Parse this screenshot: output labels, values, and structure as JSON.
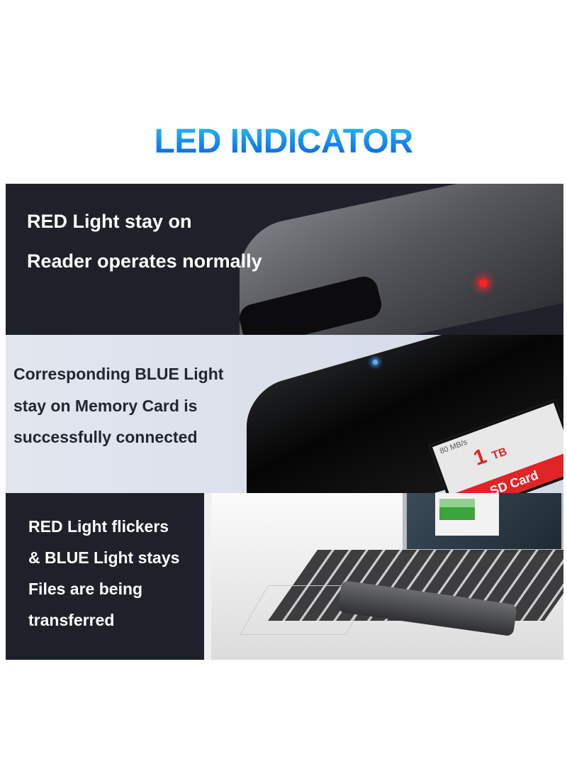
{
  "title": "LED INDICATOR",
  "panels": [
    {
      "lines": [
        "RED Light stay on",
        "Reader operates normally"
      ],
      "led": "red"
    },
    {
      "lines": [
        "Corresponding BLUE Light",
        "stay on Memory Card is",
        "successfully connected"
      ],
      "led": "blue"
    },
    {
      "lines": [
        "RED Light flickers",
        "& BLUE Light stays",
        "Files are being",
        "transferred"
      ]
    }
  ],
  "product_card": {
    "capacity": "1",
    "unit": "TB",
    "speed": "80 MB/s",
    "label": "SD Card"
  },
  "colors": {
    "title_blue": "#1388ee",
    "dark_panel": "#1e2129",
    "light_panel": "#dfe3ec",
    "led_red": "#ff2020",
    "led_blue": "#5ab0ff",
    "card_red": "#e02428"
  }
}
